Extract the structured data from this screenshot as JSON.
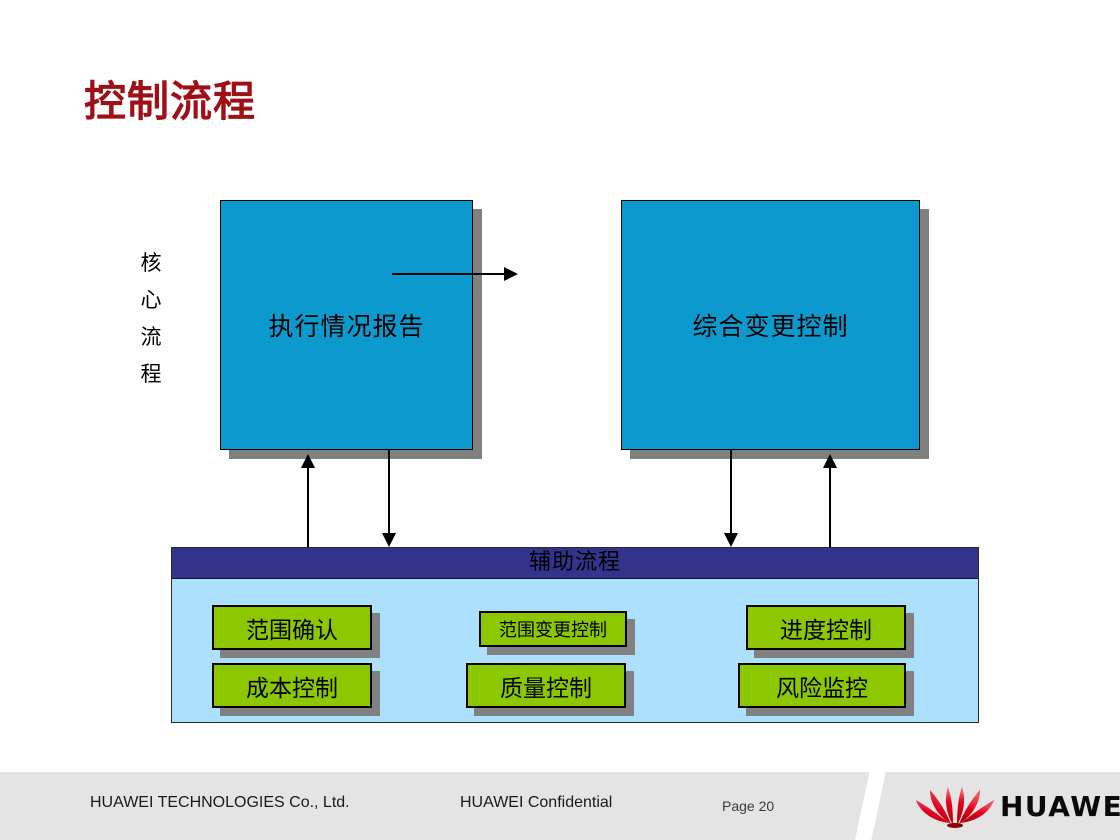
{
  "slide": {
    "title": "控制流程",
    "title_color": "#9E1016"
  },
  "core_section": {
    "vertical_label_chars": [
      "核",
      "心",
      "流",
      "程"
    ],
    "box_color": "#0C99CE",
    "boxes": [
      {
        "label": "执行情况报告"
      },
      {
        "label": "综合变更控制"
      }
    ]
  },
  "support_section": {
    "header_label": "辅助流程",
    "header_color": "#33338C",
    "panel_color": "#ADE0FD",
    "box_color": "#8CC700",
    "boxes": [
      {
        "label": "范围确认"
      },
      {
        "label": "成本控制"
      },
      {
        "label": "范围变更控制"
      },
      {
        "label": "质量控制"
      },
      {
        "label": "进度控制"
      },
      {
        "label": "风险监控"
      }
    ]
  },
  "footer": {
    "company": "HUAWEI TECHNOLOGIES Co., Ltd.",
    "confidential": "HUAWEI Confidential",
    "page": "Page 20",
    "brand": "HUAWEI",
    "logo_color": "#E2001A"
  }
}
